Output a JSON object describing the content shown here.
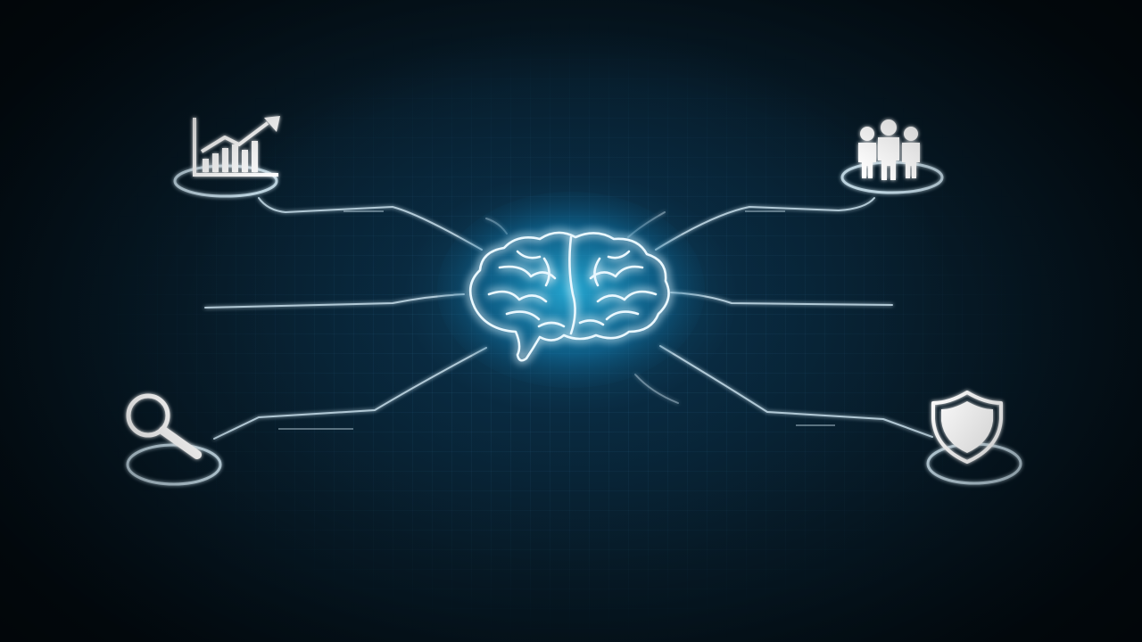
{
  "scene": {
    "center_node": {
      "icon": "brain-icon"
    },
    "nodes": [
      {
        "id": "top-left",
        "icon": "growth-chart-icon"
      },
      {
        "id": "top-right",
        "icon": "people-group-icon"
      },
      {
        "id": "bottom-left",
        "icon": "magnifier-icon"
      },
      {
        "id": "bottom-right",
        "icon": "shield-icon"
      }
    ]
  },
  "colors": {
    "background": "#05121c",
    "glow": "#1fa8e0",
    "line": "#cfe6f2",
    "icon": "#ffffff"
  }
}
